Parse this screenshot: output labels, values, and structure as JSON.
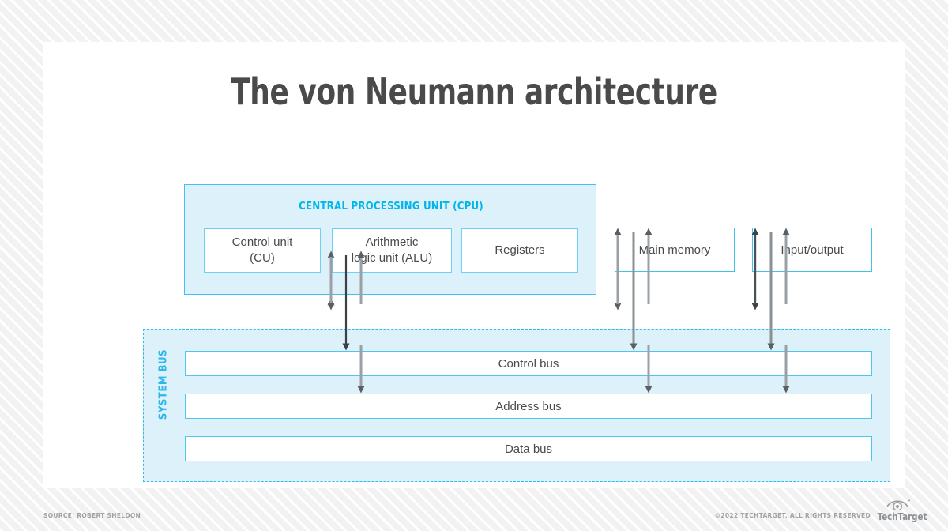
{
  "page": {
    "title": "The von Neumann architecture",
    "background_pattern": "diagonal-stripes",
    "accent_color": "#00b5e8",
    "panel_fill_color": "#ddf1fb",
    "text_color": "#4a4a4a"
  },
  "cpu": {
    "label": "CENTRAL PROCESSING UNIT (CPU)",
    "units": [
      {
        "label": "Control unit\n(CU)"
      },
      {
        "label": "Arithmetic\nlogic unit (ALU)"
      },
      {
        "label": "Registers"
      }
    ]
  },
  "peripherals": [
    {
      "label": "Main memory"
    },
    {
      "label": "Input/output"
    }
  ],
  "system_bus": {
    "label": "SYSTEM BUS",
    "buses": [
      {
        "label": "Control bus"
      },
      {
        "label": "Address bus"
      },
      {
        "label": "Data bus"
      }
    ]
  },
  "footer": {
    "source": "SOURCE: ROBERT SHELDON",
    "copyright": "©2022 TECHTARGET. ALL RIGHTS RESERVED",
    "logo_text": "TechTarget",
    "logo_icon": "eye-icon"
  }
}
